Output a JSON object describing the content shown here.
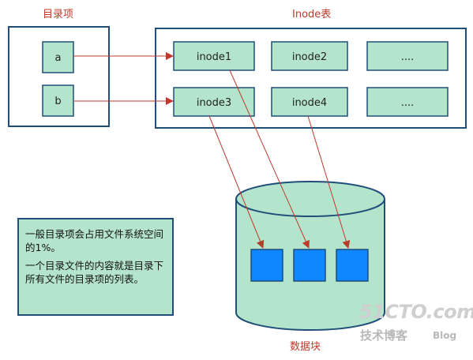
{
  "labels": {
    "directory_title": "目录项",
    "inode_table_title": "Inode表",
    "data_block_title": "数据块"
  },
  "directory_entries": [
    "a",
    "b"
  ],
  "inodes": [
    "inode1",
    "inode2",
    "....",
    "inode3",
    "inode4",
    "...."
  ],
  "note": {
    "line1": "一般目录项会占用文件系统空间的1%。",
    "line2": "一个目录文件的内容就是目录下所有文件的目录项的列表。"
  },
  "watermark": {
    "main": "51CTO.com",
    "sub": "技术博客",
    "blog": "Blog"
  },
  "colors": {
    "border": "#1f4e79",
    "box_fill": "#b4e5cc",
    "cylinder_fill": "#b4e5cc",
    "block_fill": "#0f87ff",
    "arrow": "#c0392b",
    "label": "#c0392b"
  }
}
